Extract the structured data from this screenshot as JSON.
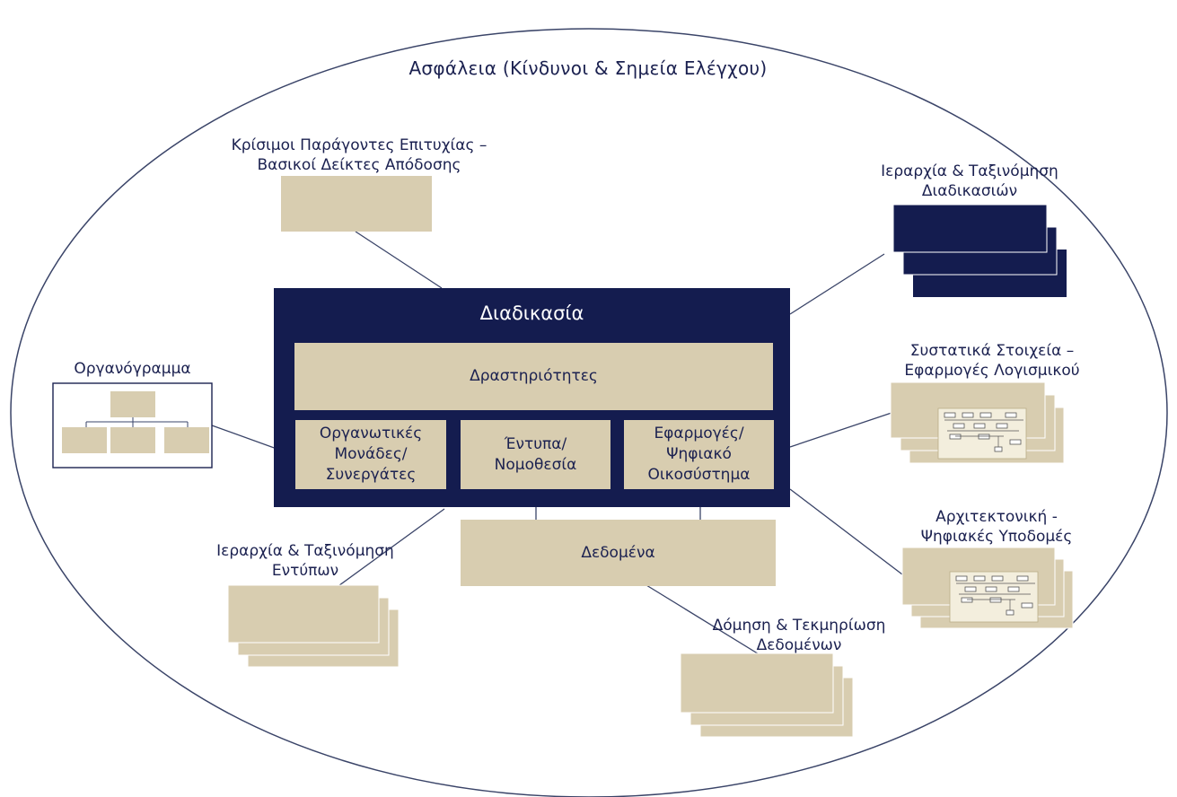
{
  "outer": {
    "title": "Ασφάλεια (Κίνδυνοι & Σημεία Ελέγχου)"
  },
  "process": {
    "title": "Διαδικασία",
    "activities": "Δραστηριότητες",
    "units_l1": "Οργανωτικές",
    "units_l2": "Μονάδες/",
    "units_l3": "Συνεργάτες",
    "forms_l1": "Έντυπα/",
    "forms_l2": "Νομοθεσία",
    "apps_l1": "Εφαρμογές/",
    "apps_l2": "Ψηφιακό",
    "apps_l3": "Οικοσύστημα"
  },
  "data_box": "Δεδομένα",
  "satellites": {
    "csf_l1": "Κρίσιμοι Παράγοντες Επιτυχίας –",
    "csf_l2": "Βασικοί Δείκτες Απόδοσης",
    "proc_hier_l1": "Ιεραρχία & Ταξινόμηση",
    "proc_hier_l2": "Διαδικασιών",
    "org_chart": "Οργανόγραμμα",
    "components_l1": "Συστατικά Στοιχεία –",
    "components_l2": "Εφαρμογές Λογισμικού",
    "arch_l1": "Αρχιτεκτονική -",
    "arch_l2": "Ψηφιακές Υποδομές",
    "forms_hier_l1": "Ιεραρχία & Ταξινόμηση",
    "forms_hier_l2": "Εντύπων",
    "data_doc_l1": "Δόμηση & Τεκμηρίωση",
    "data_doc_l2": "Δεδομένων"
  },
  "colors": {
    "navy": "#141c4f",
    "tan": "#d8cdb0",
    "line": "#3a4468"
  }
}
